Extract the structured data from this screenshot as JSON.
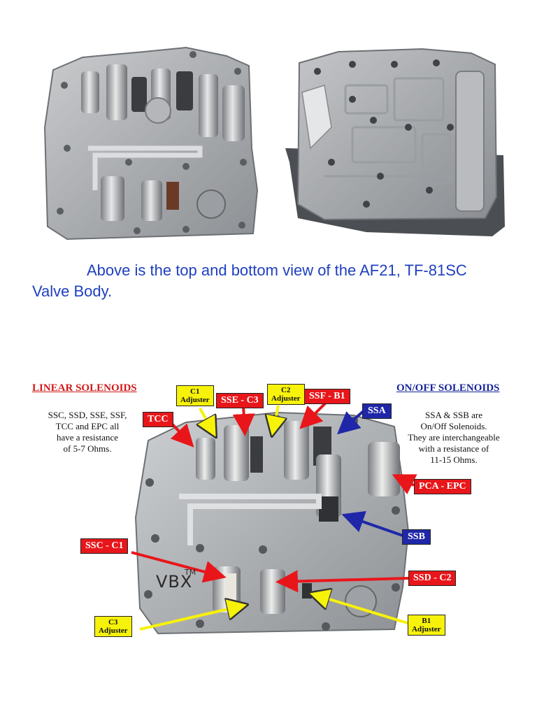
{
  "caption": {
    "line1": "Above is the top and bottom view of the AF21, TF-81SC",
    "line2": "Valve Body."
  },
  "linear": {
    "heading": "LINEAR SOLENOIDS",
    "note_lines": [
      "SSC, SSD, SSE, SSF,",
      "TCC and EPC all",
      "have a resistance",
      "of 5-7 Ohms."
    ]
  },
  "onoff": {
    "heading": "ON/OFF SOLENOIDS",
    "note_lines": [
      "SSA & SSB are",
      "On/Off Solenoids.",
      "They are interchangeable",
      "with a resistance of",
      "11-15 Ohms."
    ]
  },
  "labels": {
    "tcc": "TCC",
    "c1_adjuster": [
      "C1",
      "Adjuster"
    ],
    "sse_c3": "SSE - C3",
    "c2_adjuster": [
      "C2",
      "Adjuster"
    ],
    "ssf_b1": "SSF - B1",
    "ssa": "SSA",
    "pca_epc": "PCA - EPC",
    "ssb": "SSB",
    "ssc_c1": "SSC - C1",
    "ssd_c2": "SSD - C2",
    "c3_adjuster": [
      "C3",
      "Adjuster"
    ],
    "b1_adjuster": [
      "B1",
      "Adjuster"
    ]
  },
  "watermark": {
    "brand": "VBX",
    "tm": "TM"
  },
  "colors": {
    "caption_blue": "#1f3fbf",
    "label_red": "#e8161a",
    "label_blue": "#1f27a8",
    "label_yellow": "#f7f20a",
    "metal": "#a9acaf"
  }
}
